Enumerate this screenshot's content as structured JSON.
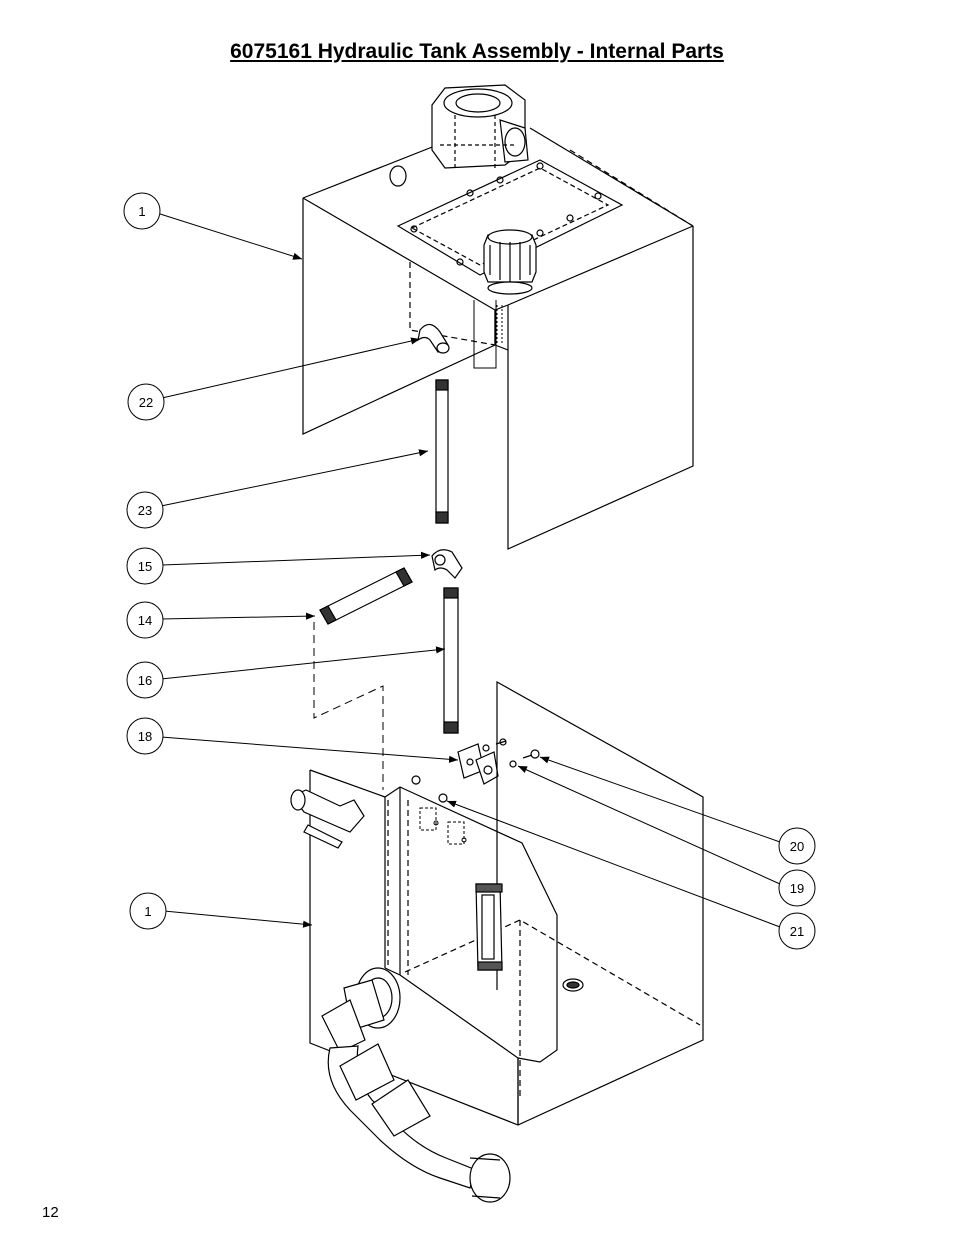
{
  "page": {
    "title": "6075161 Hydraulic Tank Assembly - Internal Parts",
    "page_number": "12"
  },
  "callouts": [
    {
      "id": "c1a",
      "label": "1"
    },
    {
      "id": "c22",
      "label": "22"
    },
    {
      "id": "c23",
      "label": "23"
    },
    {
      "id": "c15",
      "label": "15"
    },
    {
      "id": "c14",
      "label": "14"
    },
    {
      "id": "c16",
      "label": "16"
    },
    {
      "id": "c18",
      "label": "18"
    },
    {
      "id": "c1b",
      "label": "1"
    },
    {
      "id": "c20",
      "label": "20"
    },
    {
      "id": "c19",
      "label": "19"
    },
    {
      "id": "c21",
      "label": "21"
    }
  ]
}
